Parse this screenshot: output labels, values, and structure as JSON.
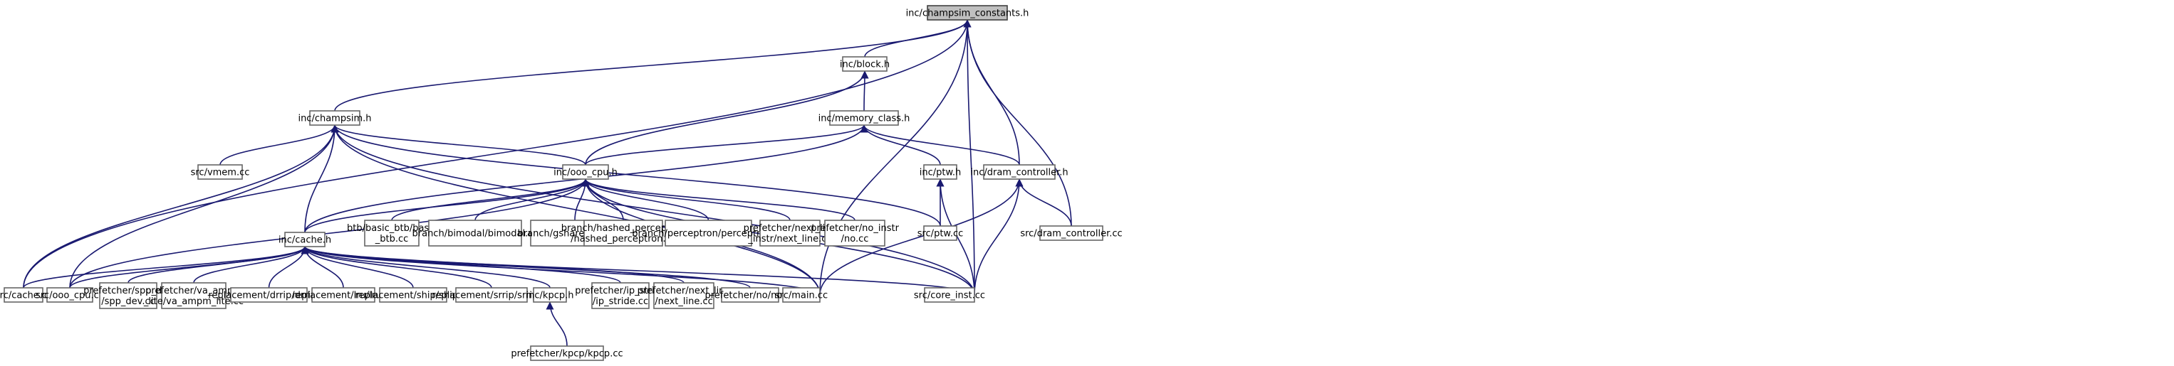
{
  "graph": {
    "root": "n_const",
    "nodes": [
      {
        "id": "n_const",
        "lines": [
          "inc/champsim_constants.h"
        ],
        "root": true
      },
      {
        "id": "n_block",
        "lines": [
          "inc/block.h"
        ]
      },
      {
        "id": "n_champsim",
        "lines": [
          "inc/champsim.h"
        ]
      },
      {
        "id": "n_memclass",
        "lines": [
          "inc/memory_class.h"
        ]
      },
      {
        "id": "n_vmem",
        "lines": [
          "src/vmem.cc"
        ]
      },
      {
        "id": "n_ooo",
        "lines": [
          "inc/ooo_cpu.h"
        ]
      },
      {
        "id": "n_ptwh",
        "lines": [
          "inc/ptw.h"
        ]
      },
      {
        "id": "n_dramh",
        "lines": [
          "inc/dram_controller.h"
        ]
      },
      {
        "id": "n_btb",
        "lines": [
          "btb/basic_btb/basic",
          "_btb.cc"
        ]
      },
      {
        "id": "n_bimodal",
        "lines": [
          "branch/bimodal/bimodal.cc"
        ]
      },
      {
        "id": "n_gshare",
        "lines": [
          "branch/gshare/gshare.cc"
        ]
      },
      {
        "id": "n_hashedperc",
        "lines": [
          "branch/hashed_perceptron",
          "/hashed_perceptron.cc"
        ]
      },
      {
        "id": "n_perceptron",
        "lines": [
          "branch/perceptron/perceptron.cc"
        ]
      },
      {
        "id": "n_nextinstr",
        "lines": [
          "prefetcher/next_line",
          "_instr/next_line.cc"
        ]
      },
      {
        "id": "n_noinstr",
        "lines": [
          "prefetcher/no_instr",
          "/no.cc"
        ]
      },
      {
        "id": "n_cacheh",
        "lines": [
          "inc/cache.h"
        ]
      },
      {
        "id": "n_ptwcc",
        "lines": [
          "src/ptw.cc"
        ]
      },
      {
        "id": "n_dramcc",
        "lines": [
          "src/dram_controller.cc"
        ]
      },
      {
        "id": "n_cachecc",
        "lines": [
          "src/cache.cc"
        ]
      },
      {
        "id": "n_ooocc",
        "lines": [
          "src/ooo_cpu.cc"
        ]
      },
      {
        "id": "n_sppdev",
        "lines": [
          "prefetcher/spp_dev",
          "/spp_dev.cc"
        ]
      },
      {
        "id": "n_vaampm",
        "lines": [
          "prefetcher/va_ampm",
          "_lite/va_ampm_lite.cc"
        ]
      },
      {
        "id": "n_drrip",
        "lines": [
          "replacement/drrip/drrip.cc"
        ]
      },
      {
        "id": "n_lru",
        "lines": [
          "replacement/lru/lru.cc"
        ]
      },
      {
        "id": "n_ship",
        "lines": [
          "replacement/ship/ship.cc"
        ]
      },
      {
        "id": "n_srrip",
        "lines": [
          "replacement/srrip/srrip.cc"
        ]
      },
      {
        "id": "n_kpcph",
        "lines": [
          "inc/kpcp.h"
        ]
      },
      {
        "id": "n_ipstride",
        "lines": [
          "prefetcher/ip_stride",
          "/ip_stride.cc"
        ]
      },
      {
        "id": "n_nextline",
        "lines": [
          "prefetcher/next_line",
          "/next_line.cc"
        ]
      },
      {
        "id": "n_nocc",
        "lines": [
          "prefetcher/no/no.cc"
        ]
      },
      {
        "id": "n_maincc",
        "lines": [
          "src/main.cc"
        ]
      },
      {
        "id": "n_coreinst",
        "lines": [
          "src/core_inst.cc"
        ]
      },
      {
        "id": "n_kpcpcc",
        "lines": [
          "prefetcher/kpcp/kpcp.cc"
        ]
      }
    ],
    "edges": [
      [
        "n_block",
        "n_const"
      ],
      [
        "n_champsim",
        "n_const"
      ],
      [
        "n_cachecc",
        "n_const"
      ],
      [
        "n_maincc",
        "n_const"
      ],
      [
        "n_dramh",
        "n_const"
      ],
      [
        "n_dramcc",
        "n_const"
      ],
      [
        "n_coreinst",
        "n_const"
      ],
      [
        "n_memclass",
        "n_block"
      ],
      [
        "n_ooo",
        "n_block"
      ],
      [
        "n_vmem",
        "n_champsim"
      ],
      [
        "n_ooo",
        "n_champsim"
      ],
      [
        "n_cacheh",
        "n_champsim"
      ],
      [
        "n_cachecc",
        "n_champsim"
      ],
      [
        "n_ooocc",
        "n_champsim"
      ],
      [
        "n_maincc",
        "n_champsim"
      ],
      [
        "n_ptwcc",
        "n_champsim"
      ],
      [
        "n_coreinst",
        "n_champsim"
      ],
      [
        "n_ooo",
        "n_memclass"
      ],
      [
        "n_cacheh",
        "n_memclass"
      ],
      [
        "n_ptwh",
        "n_memclass"
      ],
      [
        "n_dramh",
        "n_memclass"
      ],
      [
        "n_cacheh",
        "n_ooo"
      ],
      [
        "n_btb",
        "n_ooo"
      ],
      [
        "n_bimodal",
        "n_ooo"
      ],
      [
        "n_gshare",
        "n_ooo"
      ],
      [
        "n_hashedperc",
        "n_ooo"
      ],
      [
        "n_perceptron",
        "n_ooo"
      ],
      [
        "n_nextinstr",
        "n_ooo"
      ],
      [
        "n_noinstr",
        "n_ooo"
      ],
      [
        "n_ooocc",
        "n_ooo"
      ],
      [
        "n_maincc",
        "n_ooo"
      ],
      [
        "n_coreinst",
        "n_ooo"
      ],
      [
        "n_ptwcc",
        "n_ptwh"
      ],
      [
        "n_coreinst",
        "n_ptwh"
      ],
      [
        "n_dramcc",
        "n_dramh"
      ],
      [
        "n_maincc",
        "n_dramh"
      ],
      [
        "n_coreinst",
        "n_dramh"
      ],
      [
        "n_cachecc",
        "n_cacheh"
      ],
      [
        "n_ooocc",
        "n_cacheh"
      ],
      [
        "n_sppdev",
        "n_cacheh"
      ],
      [
        "n_vaampm",
        "n_cacheh"
      ],
      [
        "n_drrip",
        "n_cacheh"
      ],
      [
        "n_lru",
        "n_cacheh"
      ],
      [
        "n_ship",
        "n_cacheh"
      ],
      [
        "n_srrip",
        "n_cacheh"
      ],
      [
        "n_kpcph",
        "n_cacheh"
      ],
      [
        "n_ipstride",
        "n_cacheh"
      ],
      [
        "n_nextline",
        "n_cacheh"
      ],
      [
        "n_nocc",
        "n_cacheh"
      ],
      [
        "n_maincc",
        "n_cacheh"
      ],
      [
        "n_coreinst",
        "n_cacheh"
      ],
      [
        "n_kpcpcc",
        "n_kpcph"
      ]
    ]
  },
  "colors": {
    "edge": "#191970",
    "node_border": "#666666",
    "root_fill": "#bfbfbf",
    "node_fill": "#ffffff"
  }
}
